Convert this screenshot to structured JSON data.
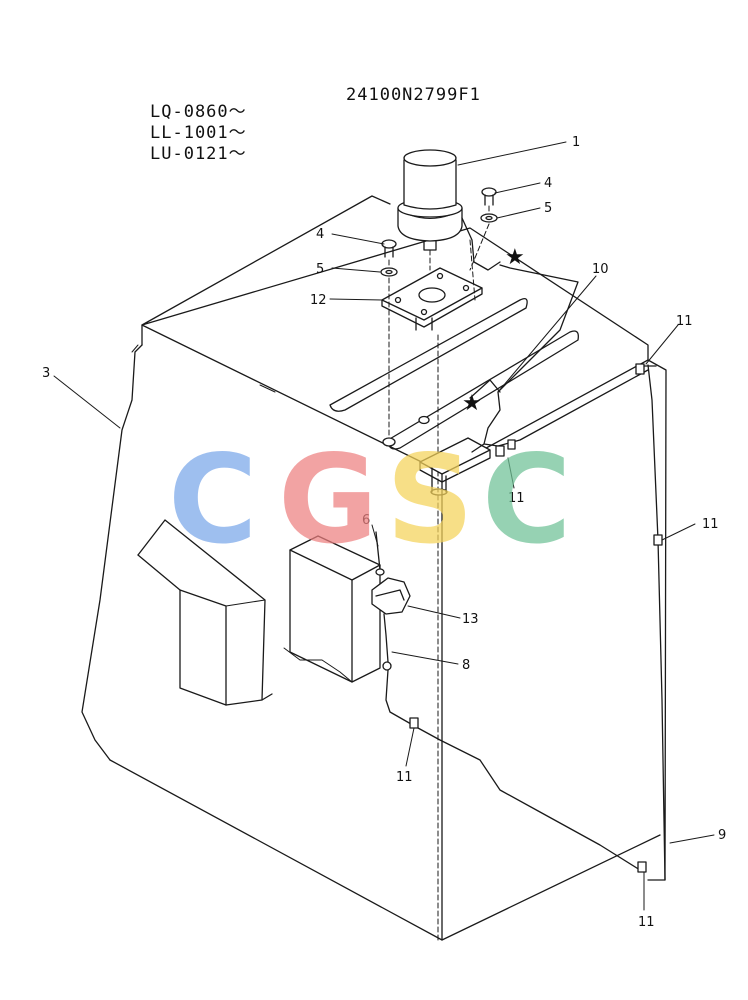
{
  "drawing_code": "24100N2799F1",
  "serial_ranges": [
    "LQ-0860～",
    "LL-1001～",
    "LU-0121～"
  ],
  "watermark": {
    "letters": [
      "C",
      "G",
      "S",
      "C"
    ],
    "colors": [
      "#7aa7ea",
      "#ee8080",
      "#f5d35a",
      "#6fc296"
    ]
  },
  "callouts": {
    "c1": "1",
    "c3": "3",
    "c4a": "4",
    "c4b": "4",
    "c5a": "5",
    "c5b": "5",
    "c6": "6",
    "c8": "8",
    "c9": "9",
    "c10": "10",
    "c11a": "11",
    "c11b": "11",
    "c11c": "11",
    "c11d": "11",
    "c11e": "11",
    "c12": "12",
    "c13": "13"
  },
  "markers": [
    "★",
    "★"
  ],
  "line_color": "#1a1a1a"
}
